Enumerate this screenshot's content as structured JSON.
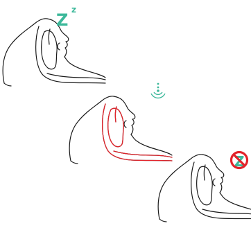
{
  "diagram": {
    "panels": [
      {
        "state": "normal-breathing",
        "stroke_color": "#1a1a1a",
        "indicator": {
          "icon": "snore-z-icon",
          "text": "Z",
          "superscript": "z",
          "color": "#3cb89a"
        }
      },
      {
        "state": "airway-obstruction",
        "stroke_color": "#e2232a",
        "indicator": {
          "icon": "sound-waves-icon",
          "color": "#3cb89a"
        }
      },
      {
        "state": "no-snoring",
        "stroke_color": "#1a1a1a",
        "indicator": {
          "icon": "no-snoring-icon",
          "text": "Z",
          "color": "#3cb89a",
          "prohibit_color": "#e2232a"
        }
      }
    ]
  }
}
